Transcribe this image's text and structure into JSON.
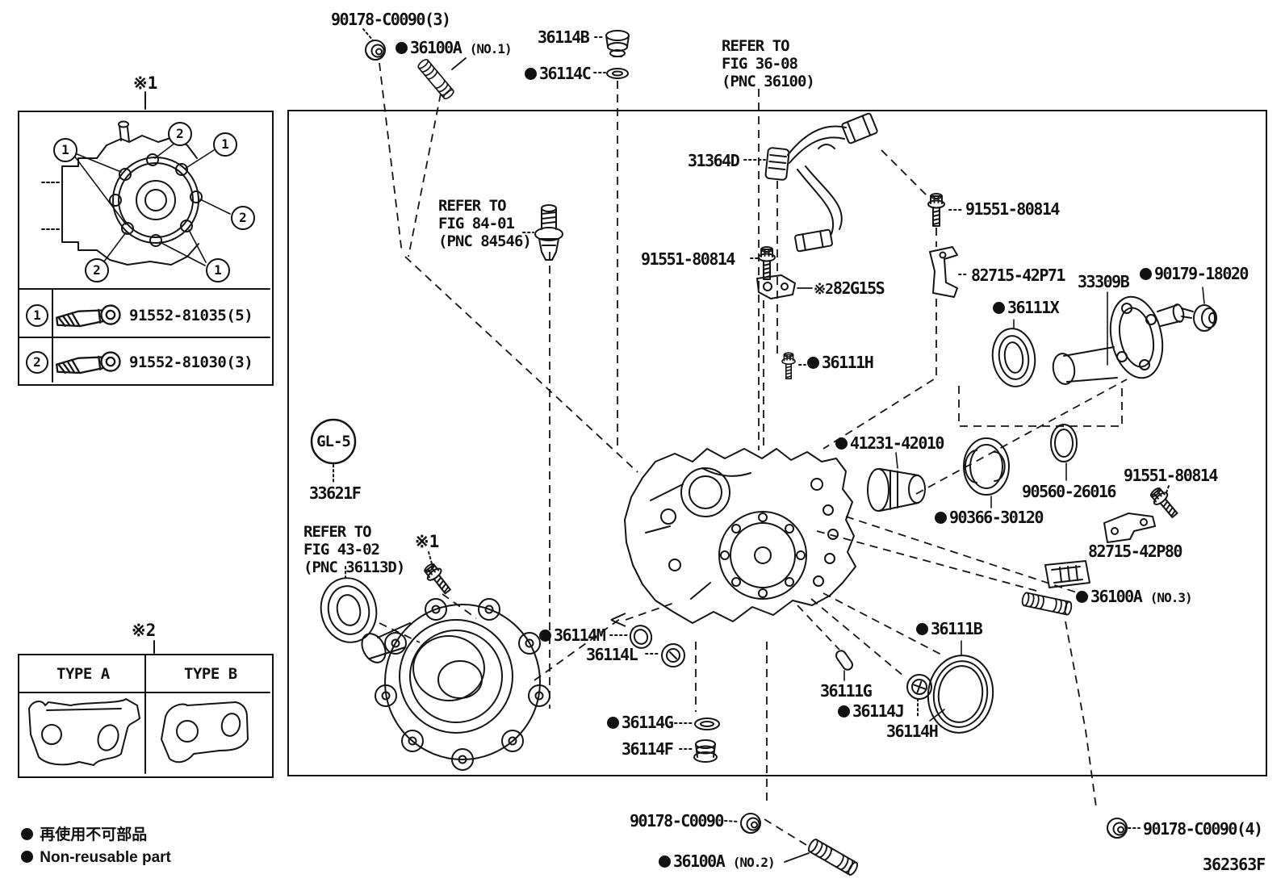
{
  "figure": {
    "footer_code": "362363F",
    "non_reusable_legend": {
      "jp": "再使用不可部品",
      "en": "Non-reusable part"
    },
    "oil_grade_badge": "GL-5",
    "markers": {
      "star1": "※1",
      "star2": "※2"
    }
  },
  "bolt_table": {
    "marker": "※1",
    "callouts": {
      "c1": "1",
      "c2": "2"
    },
    "rows": [
      {
        "num": "1",
        "part": "91552-81035(5)"
      },
      {
        "num": "2",
        "part": "91552-81030(3)"
      }
    ]
  },
  "type_table": {
    "marker": "※2",
    "col_a": "TYPE A",
    "col_b": "TYPE B"
  },
  "refer_notes": {
    "fig3608": {
      "l1": "REFER TO",
      "l2": "FIG 36-08",
      "l3": "(PNC 36100)"
    },
    "fig8401": {
      "l1": "REFER TO",
      "l2": "FIG 84-01",
      "l3": "(PNC 84546)"
    },
    "fig4302": {
      "l1": "REFER TO",
      "l2": "FIG 43-02",
      "l3": "(PNC 36113D)"
    }
  },
  "parts": {
    "p90178c0090_3": "90178-C0090(3)",
    "p36100a_1": "36100A",
    "p36100a_1_no": "(NO.1)",
    "p36114b": "36114B",
    "p36114c": "36114C",
    "p31364d": "31364D",
    "p91551_left": "91551-80814",
    "p91551_top": "91551-80814",
    "p82715_42p71": "82715-42P71",
    "p33309b": "33309B",
    "p90179_18020": "90179-18020",
    "p36111x": "36111X",
    "p82g15s_marker": "※2",
    "p82g15s": "82G15S",
    "p36111h": "36111H",
    "p33621f": "33621F",
    "star1_bolt": "※1",
    "p41231_42010": "41231-42010",
    "p90560_26016": "90560-26016",
    "p91551_right": "91551-80814",
    "p90366_30120": "90366-30120",
    "p82715_42p80": "82715-42P80",
    "p36100a_3": "36100A",
    "p36100a_3_no": "(NO.3)",
    "p36114m": "36114M",
    "p36114l": "36114L",
    "p36111b": "36111B",
    "p36111g": "36111G",
    "p36114j": "36114J",
    "p36114h": "36114H",
    "p36114g": "36114G",
    "p36114f": "36114F",
    "p90178c0090_btm": "90178-C0090",
    "p36100a_2": "36100A",
    "p36100a_2_no": "(NO.2)",
    "p90178c0090_4": "90178-C0090(4)"
  }
}
